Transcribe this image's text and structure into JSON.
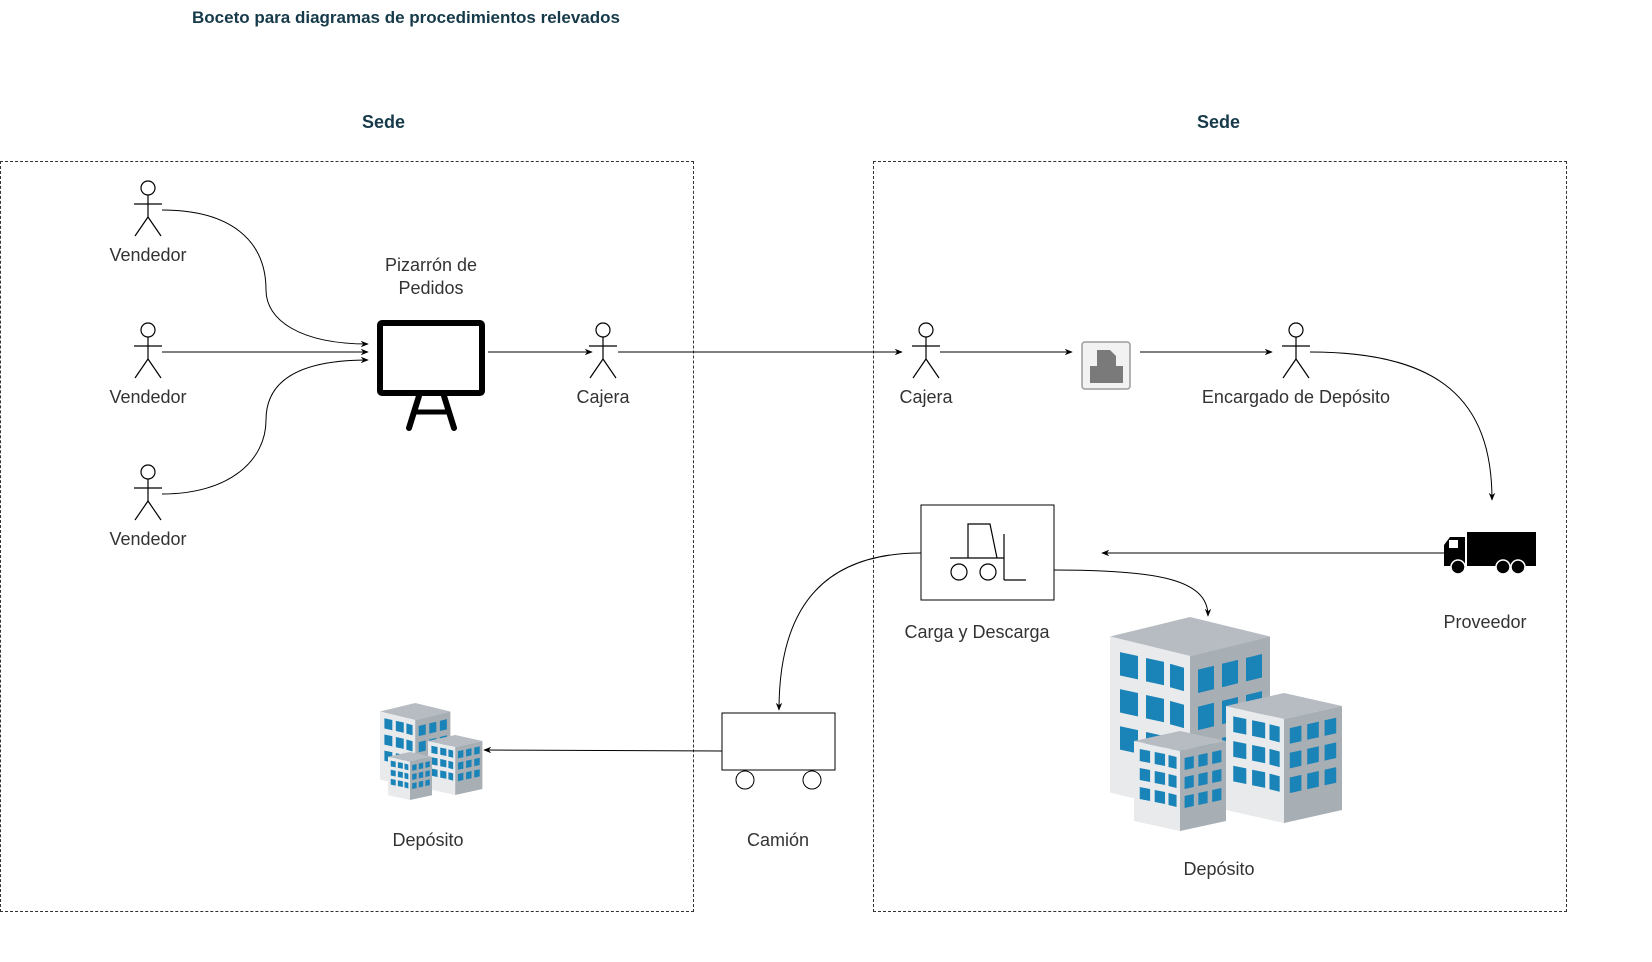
{
  "title": "Boceto para diagramas de procedimientos relevados",
  "sede_left": "Sede",
  "sede_right": "Sede",
  "left": {
    "vendedor_1": "Vendedor",
    "vendedor_2": "Vendedor",
    "vendedor_3": "Vendedor",
    "pizarron": "Pizarrón de Pedidos",
    "cajera": "Cajera",
    "deposito": "Depósito",
    "camion": "Camión"
  },
  "right": {
    "cajera": "Cajera",
    "encargado": "Encargado de Depósito",
    "proveedor": "Proveedor",
    "carga": "Carga y Descarga",
    "deposito": "Depósito"
  },
  "icons": [
    "actor-icon",
    "whiteboard-icon",
    "printer-icon",
    "truck-icon",
    "forklift-icon",
    "cart-icon",
    "buildings-icon"
  ]
}
